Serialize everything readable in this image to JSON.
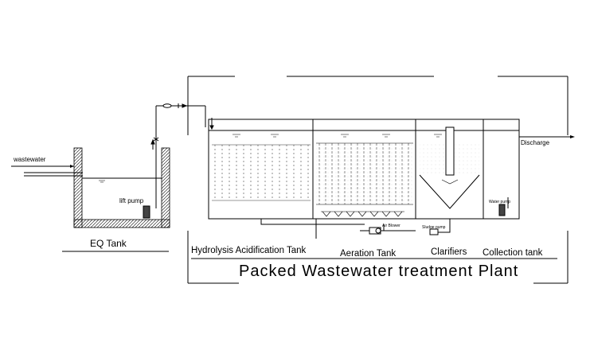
{
  "diagram": {
    "title": "Packed Wastewater treatment Plant",
    "inlet_label": "wastewater",
    "pump_label": "lift pump",
    "eq_tank_label": "EQ Tank",
    "discharge_label": "Discharge",
    "blower_label": "Air Blower",
    "sludge_pump_label": "Sludge pump",
    "water_pump_label": "Water pump",
    "section_labels": {
      "hydrolysis": "Hydrolysis Acidification Tank",
      "aeration": "Aeration Tank",
      "clarifiers": "Clarifiers",
      "collection": "Collection tank"
    }
  }
}
